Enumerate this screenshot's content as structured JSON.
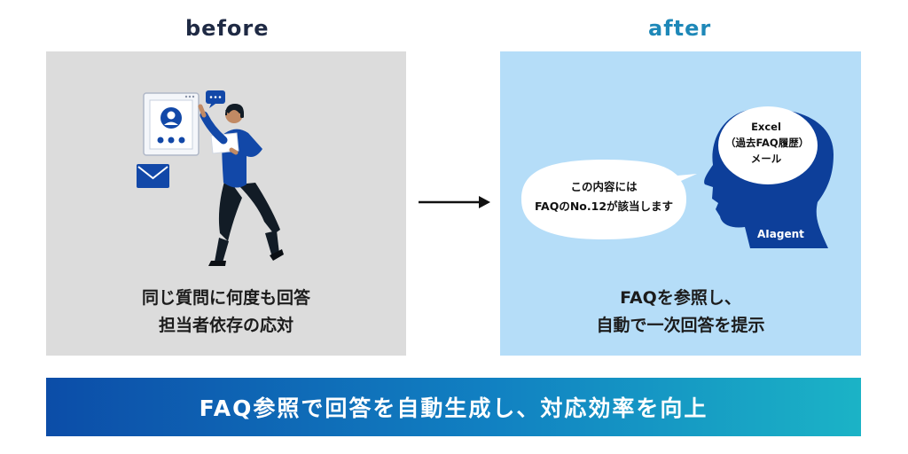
{
  "before": {
    "title": "before",
    "caption_line1": "同じ質問に何度も回答",
    "caption_line2": "担当者依存の応対"
  },
  "after": {
    "title": "after",
    "speech_line1": "この内容には",
    "speech_line2": "FAQのNo.12が該当します",
    "head_line1": "Excel",
    "head_line2": "（過去FAQ履歴）",
    "head_line3": "メール",
    "agent_label": "AIagent",
    "caption_line1": "FAQを参照し、",
    "caption_line2": "自動で一次回答を提示"
  },
  "banner": {
    "text": "FAQ参照で回答を自動生成し、対応効率を向上"
  },
  "colors": {
    "before_panel": "#dcdcdc",
    "after_panel": "#b5ddf8",
    "accent_blue": "#0d3f9a",
    "banner_start": "#0c4da8",
    "banner_end": "#1bb3c6"
  },
  "icons": [
    "contact-card-icon",
    "chat-bubble-icon",
    "mail-icon",
    "person-with-headset-illustration",
    "arrow-right-icon",
    "ai-head-silhouette-icon"
  ]
}
